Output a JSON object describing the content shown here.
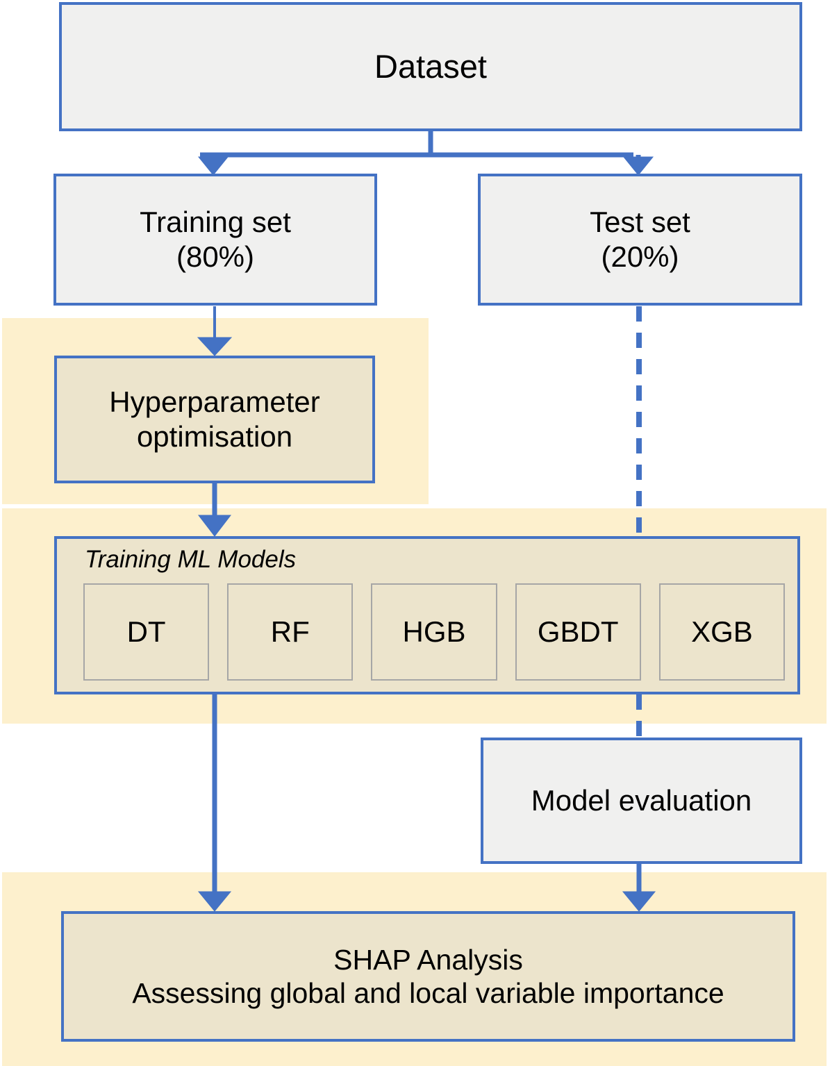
{
  "diagram": {
    "title": "Machine learning workflow flowchart",
    "colors": {
      "border": "#4472c4",
      "node_grey": "#f0f0ef",
      "node_tan": "#ece4cc",
      "band_yellow": "#fdf0cd",
      "chip_border": "#a6a6a6"
    },
    "nodes": {
      "dataset": {
        "label": "Dataset"
      },
      "training_set": {
        "line1": "Training set",
        "line2": "(80%)"
      },
      "test_set": {
        "line1": "Test set",
        "line2": "(20%)"
      },
      "hyperparameter": {
        "line1": "Hyperparameter",
        "line2": "optimisation"
      },
      "training_models": {
        "title": "Training ML Models",
        "models": [
          {
            "label": "DT"
          },
          {
            "label": "RF"
          },
          {
            "label": "HGB"
          },
          {
            "label": "GBDT"
          },
          {
            "label": "XGB"
          }
        ]
      },
      "model_evaluation": {
        "label": "Model evaluation"
      },
      "shap": {
        "line1": "SHAP Analysis",
        "line2": "Assessing global and local variable importance"
      }
    },
    "edges": [
      {
        "from": "dataset",
        "to": "training_set",
        "style": "solid"
      },
      {
        "from": "dataset",
        "to": "test_set",
        "style": "solid"
      },
      {
        "from": "training_set",
        "to": "hyperparameter",
        "style": "solid"
      },
      {
        "from": "hyperparameter",
        "to": "training_models",
        "style": "solid"
      },
      {
        "from": "test_set",
        "to": "training_models",
        "style": "dashed"
      },
      {
        "from": "training_models",
        "to": "model_evaluation",
        "style": "dashed"
      },
      {
        "from": "training_models",
        "to": "shap",
        "style": "solid"
      },
      {
        "from": "model_evaluation",
        "to": "shap",
        "style": "solid"
      }
    ]
  }
}
